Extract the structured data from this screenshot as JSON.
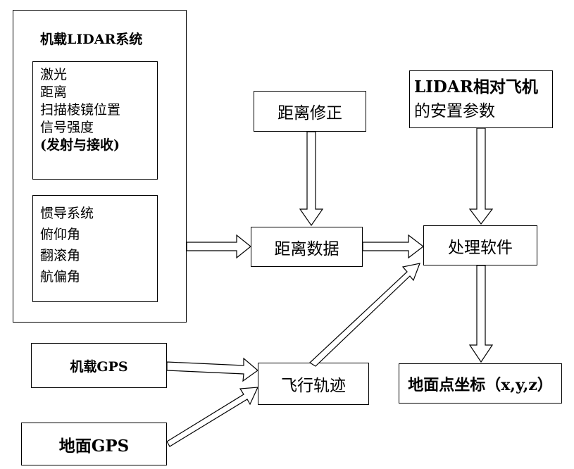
{
  "lidar_system": {
    "title": "机载LIDAR系统",
    "laser_group": [
      "激光",
      "距离",
      "扫描棱镜位置",
      "信号强度",
      "(发射与接收)"
    ],
    "ins_group": [
      "惯导系统",
      "俯仰角",
      "翻滚角",
      "航偏角"
    ]
  },
  "range_correction": "距离修正",
  "range_data": "距离数据",
  "mounting_params": [
    "LIDAR相对飞机",
    "的安置参数"
  ],
  "processing_software": "处理软件",
  "ground_coords": "地面点坐标（x,y,z）",
  "airborne_gps": "机载GPS",
  "ground_gps": "地面GPS",
  "flight_trajectory": "飞行轨迹"
}
